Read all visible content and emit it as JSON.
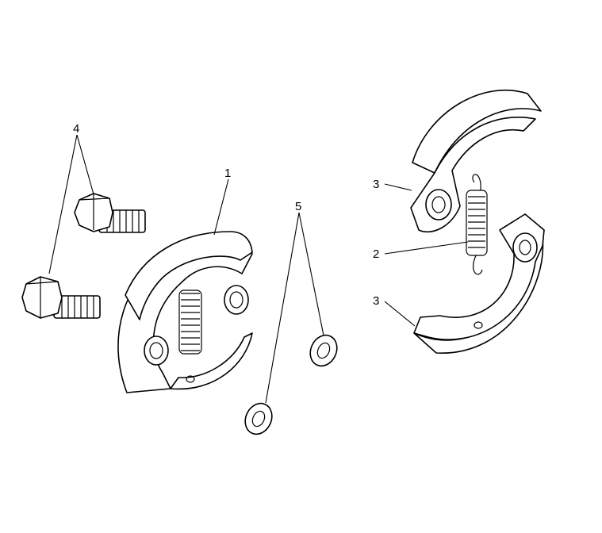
{
  "diagram": {
    "type": "exploded parts diagram",
    "callouts": [
      {
        "id": "label-4",
        "text": "4"
      },
      {
        "id": "label-1",
        "text": "1"
      },
      {
        "id": "label-5",
        "text": "5"
      },
      {
        "id": "label-3a",
        "text": "3"
      },
      {
        "id": "label-2",
        "text": "2"
      },
      {
        "id": "label-3b",
        "text": "3"
      }
    ]
  }
}
